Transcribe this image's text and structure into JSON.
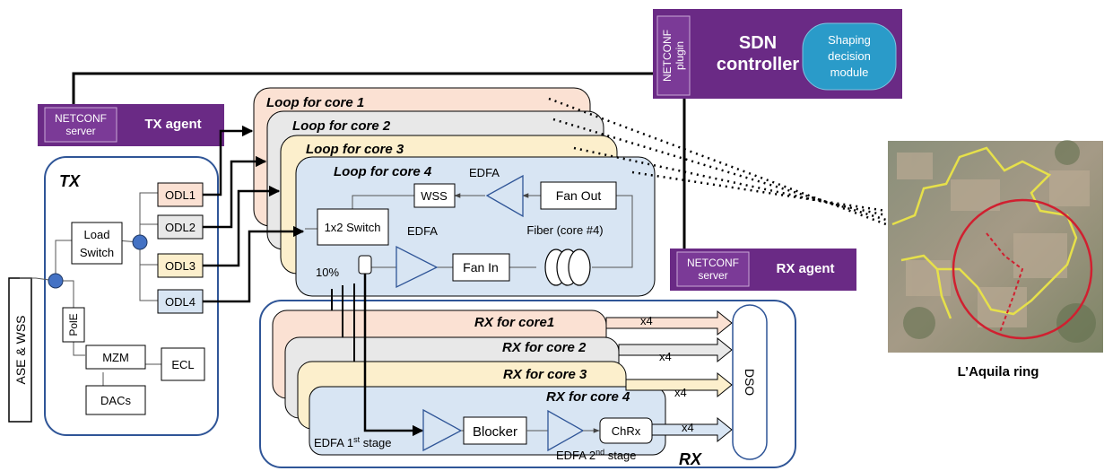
{
  "sdn": {
    "plugin": "NETCONF plugin",
    "plugin_line1": "NETCONF",
    "plugin_line2": "plugin",
    "title_line1": "SDN",
    "title_line2": "controller",
    "module_line1": "Shaping",
    "module_line2": "decision",
    "module_line3": "module"
  },
  "tx_agent": {
    "server_line1": "NETCONF",
    "server_line2": "server",
    "label": "TX agent"
  },
  "rx_agent": {
    "server_line1": "NETCONF",
    "server_line2": "server",
    "label": "RX agent"
  },
  "tx": {
    "label": "TX",
    "ase_wss": "ASE & WSS",
    "load_switch_line1": "Load",
    "load_switch_line2": "Switch",
    "pole": "PolE",
    "mzm": "MZM",
    "ecl": "ECL",
    "dacs": "DACs",
    "odls": [
      "ODL1",
      "ODL2",
      "ODL3",
      "ODL4"
    ]
  },
  "loops": {
    "titles": [
      "Loop for core 1",
      "Loop for core 2",
      "Loop for core 3",
      "Loop for core 4"
    ],
    "edfa_top": "EDFA",
    "wss": "WSS",
    "fan_out": "Fan Out",
    "switch": "1x2 Switch",
    "edfa_mid": "EDFA",
    "fan_in": "Fan In",
    "fiber": "Fiber (core #4)",
    "tap": "10%"
  },
  "rx": {
    "label": "RX",
    "titles": [
      "RX for core1",
      "RX for core 2",
      "RX for core 3",
      "RX for core 4"
    ],
    "x4": [
      "x4",
      "x4",
      "x4",
      "x4"
    ],
    "dso": "DSO",
    "blocker": "Blocker",
    "chrx": "ChRx",
    "edfa1_prefix": "EDFA 1",
    "edfa1_sup": "st",
    "edfa1_suffix": " stage",
    "edfa2_prefix": "EDFA 2",
    "edfa2_sup": "nd",
    "edfa2_suffix": " stage"
  },
  "map": {
    "caption": "L’Aquila ring"
  },
  "colors": {
    "purple": "#6a2a85",
    "purple_dark": "#5a1f73",
    "module_blue": "#2a9bc9",
    "core1": "#fbe1d3",
    "core2": "#e8e8e8",
    "core3": "#fcefcc",
    "core4": "#d8e5f3",
    "tx_border": "#2f5597"
  }
}
